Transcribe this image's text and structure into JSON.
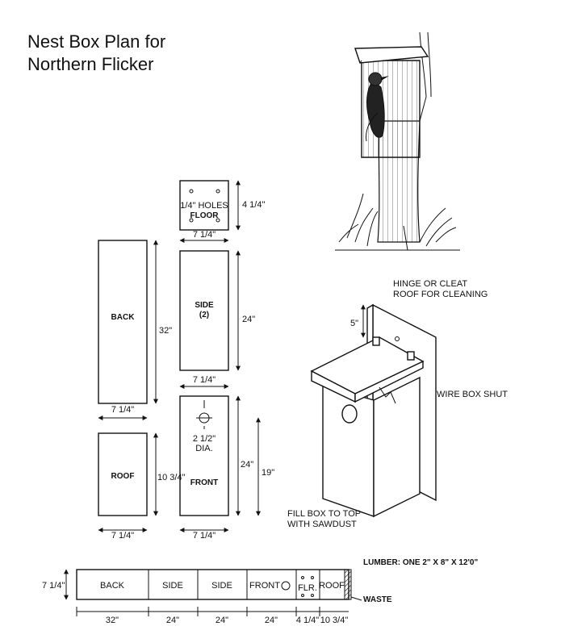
{
  "title": {
    "line1": "Nest Box Plan for",
    "line2": "Northern Flicker"
  },
  "panels": {
    "floor": {
      "label": "FLOOR",
      "holes": "1/4\" HOLES",
      "height": "4 1/4\"",
      "width": "7 1/4\""
    },
    "side": {
      "label": "SIDE",
      "count": "(2)",
      "height": "24\"",
      "width": "7 1/4\""
    },
    "back": {
      "label": "BACK",
      "height": "32\"",
      "width": "7 1/4\""
    },
    "front": {
      "label": "FRONT",
      "hole": "2 1/2\"",
      "hole_unit": "DIA.",
      "height": "24\"",
      "hole_height": "19\"",
      "width": "7 1/4\""
    },
    "roof": {
      "label": "ROOF",
      "height": "10 3/4\"",
      "width": "7 1/4\""
    }
  },
  "assembly": {
    "hinge_line1": "HINGE OR CLEAT",
    "hinge_line2": "ROOF FOR CLEANING",
    "roof_gap": "5\"",
    "wire": "WIRE BOX SHUT",
    "fill_line1": "FILL BOX TO TOP",
    "fill_line2": "WITH SAWDUST"
  },
  "lumber": {
    "note": "LUMBER:  ONE 2\" X 8\" X 12'0\"",
    "width": "7 1/4\"",
    "waste": "WASTE",
    "cuts": [
      {
        "label": "BACK",
        "length": "32\""
      },
      {
        "label": "SIDE",
        "length": "24\""
      },
      {
        "label": "SIDE",
        "length": "24\""
      },
      {
        "label": "FRONT",
        "length": "24\""
      },
      {
        "label": "FLR.",
        "length": "4 1/4\""
      },
      {
        "label": "ROOF",
        "length": "10 3/4\""
      }
    ]
  }
}
